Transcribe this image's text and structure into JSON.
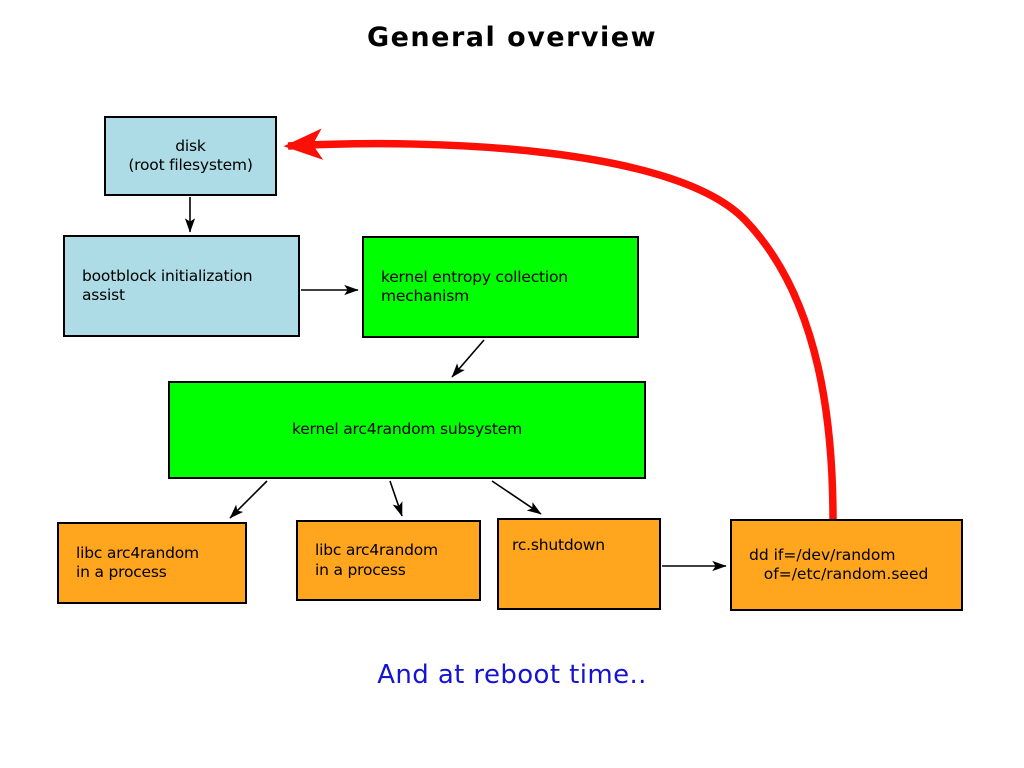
{
  "slide": {
    "title": "General overview",
    "footnote": "And at reboot time..",
    "background_color": "#ffffff",
    "title_color": "#000000",
    "footnote_color": "#1414d2"
  },
  "colors": {
    "blue_fill": "#addbe6",
    "green_fill": "#00ff00",
    "orange_fill": "#ffa51e",
    "border": "#000000",
    "red_arrow": "#fb0f07",
    "black_arrow": "#000000"
  },
  "nodes": {
    "disk": {
      "label": "disk\n(root filesystem)",
      "line1": "disk",
      "line2": "(root filesystem)",
      "fill": "#addbe6"
    },
    "bootblock": {
      "label": "bootblock initialization\nassist",
      "line1": "bootblock initialization",
      "line2": "assist",
      "fill": "#addbe6"
    },
    "kernel_entropy": {
      "label": "kernel entropy collection\nmechanism",
      "line1": "kernel entropy collection",
      "line2": "mechanism",
      "fill": "#00ff00"
    },
    "arc4random": {
      "label": "kernel arc4random subsystem",
      "fill": "#00ff00"
    },
    "libc_1": {
      "label": "libc arc4random\nin a process",
      "line1": "libc arc4random",
      "line2": "in a process",
      "fill": "#ffa51e"
    },
    "libc_2": {
      "label": "libc arc4random\nin a process",
      "line1": "libc arc4random",
      "line2": "in a process",
      "fill": "#ffa51e"
    },
    "rc_shutdown": {
      "label": "rc.shutdown",
      "fill": "#ffa51e"
    },
    "dd": {
      "label": "dd if=/dev/random\n   of=/etc/random.seed",
      "line1": "dd if=/dev/random",
      "line2": "   of=/etc/random.seed",
      "fill": "#ffa51e"
    }
  },
  "edges": [
    {
      "name": "disk-to-bootblock",
      "from": "disk",
      "to": "bootblock",
      "color": "#000000",
      "style": "straight"
    },
    {
      "name": "bootblock-to-kernel-entropy",
      "from": "bootblock",
      "to": "kernel_entropy",
      "color": "#000000",
      "style": "straight"
    },
    {
      "name": "kernel-entropy-to-arc4random",
      "from": "kernel_entropy",
      "to": "arc4random",
      "color": "#000000",
      "style": "straight"
    },
    {
      "name": "arc4random-to-libc-1",
      "from": "arc4random",
      "to": "libc_1",
      "color": "#000000",
      "style": "straight"
    },
    {
      "name": "arc4random-to-libc-2",
      "from": "arc4random",
      "to": "libc_2",
      "color": "#000000",
      "style": "straight"
    },
    {
      "name": "arc4random-to-rc-shutdown",
      "from": "arc4random",
      "to": "rc_shutdown",
      "color": "#000000",
      "style": "straight"
    },
    {
      "name": "rc-shutdown-to-dd",
      "from": "rc_shutdown",
      "to": "dd",
      "color": "#000000",
      "style": "straight"
    },
    {
      "name": "dd-to-disk-reboot",
      "from": "dd",
      "to": "disk",
      "color": "#fb0f07",
      "style": "curved-thick"
    }
  ]
}
